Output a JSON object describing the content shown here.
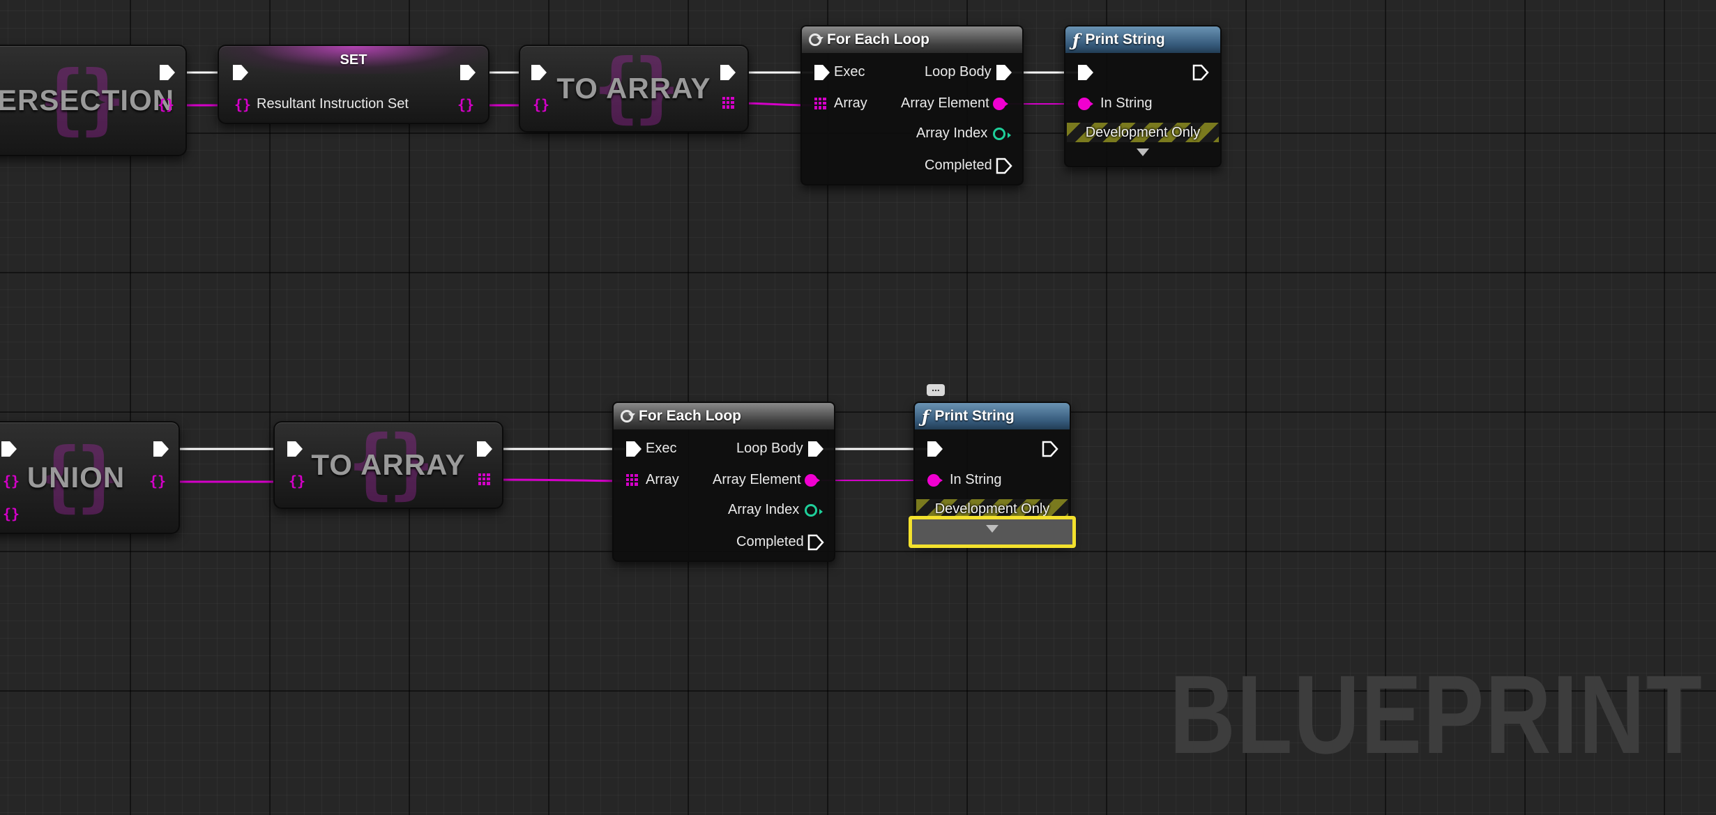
{
  "graph": {
    "watermark": "BLUEPRINT",
    "colors": {
      "exec_wire": "#ffffff",
      "set_wire": "#d400c8",
      "string_pin": "#f000d0",
      "int_pin": "#1fcf9a",
      "highlight": "#f3e12d"
    }
  },
  "top_row": {
    "intersection_node": {
      "title": "ERSECTION",
      "set_pin_icon": "{}"
    },
    "set_node": {
      "title": "SET",
      "variable_label": "Resultant Instruction Set",
      "set_pin_icon": "{}"
    },
    "to_array_node": {
      "title": "TO ARRAY",
      "set_pin_icon": "{}"
    },
    "for_each_node": {
      "title": "For Each Loop",
      "exec_label": "Exec",
      "array_label": "Array",
      "loop_body_label": "Loop Body",
      "array_element_label": "Array Element",
      "array_index_label": "Array Index",
      "completed_label": "Completed"
    },
    "print_node": {
      "title": "Print String",
      "in_string_label": "In String",
      "dev_only_label": "Development Only"
    }
  },
  "bottom_row": {
    "union_node": {
      "title": "UNION",
      "set_pin_icon": "{}"
    },
    "to_array_node": {
      "title": "TO ARRAY",
      "set_pin_icon": "{}"
    },
    "for_each_node": {
      "title": "For Each Loop",
      "exec_label": "Exec",
      "array_label": "Array",
      "loop_body_label": "Loop Body",
      "array_element_label": "Array Element",
      "array_index_label": "Array Index",
      "completed_label": "Completed"
    },
    "print_node": {
      "title": "Print String",
      "in_string_label": "In String",
      "dev_only_label": "Development Only",
      "comment_bubble": "..."
    }
  }
}
